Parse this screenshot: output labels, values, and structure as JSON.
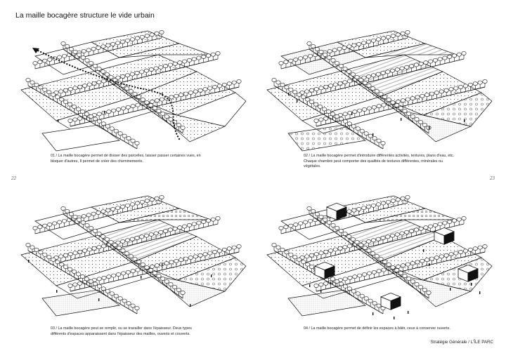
{
  "title": "La maille bocagère structure le vide urbain",
  "page_numbers": {
    "left": "22",
    "right": "23"
  },
  "captions": [
    "01 / La maille bocagère permet de diviser des parcelles, laisser passer certaines vues, en bloquer d'autres, Il permet de créer des cheminements.",
    "02 / La maille bocagère permet d'introduire différentes activités, textures, plans d'eau, etc. Chaque chambre peut comporter des qualités de textures différentes, minérales ou végétales.",
    "03 / La maille bocagère peut se remplir, ou se travailler dans l'épaisseur. Deux types différents d'espaces apparaissent dans l'épaisseur des mailles, ouverts et couverts.",
    "04 / La maille bocagère permet de définir les espaces à bâtir, ceux à conserver ouverts."
  ],
  "footer": "Stratégie Générale / L'ÎLE PARC"
}
